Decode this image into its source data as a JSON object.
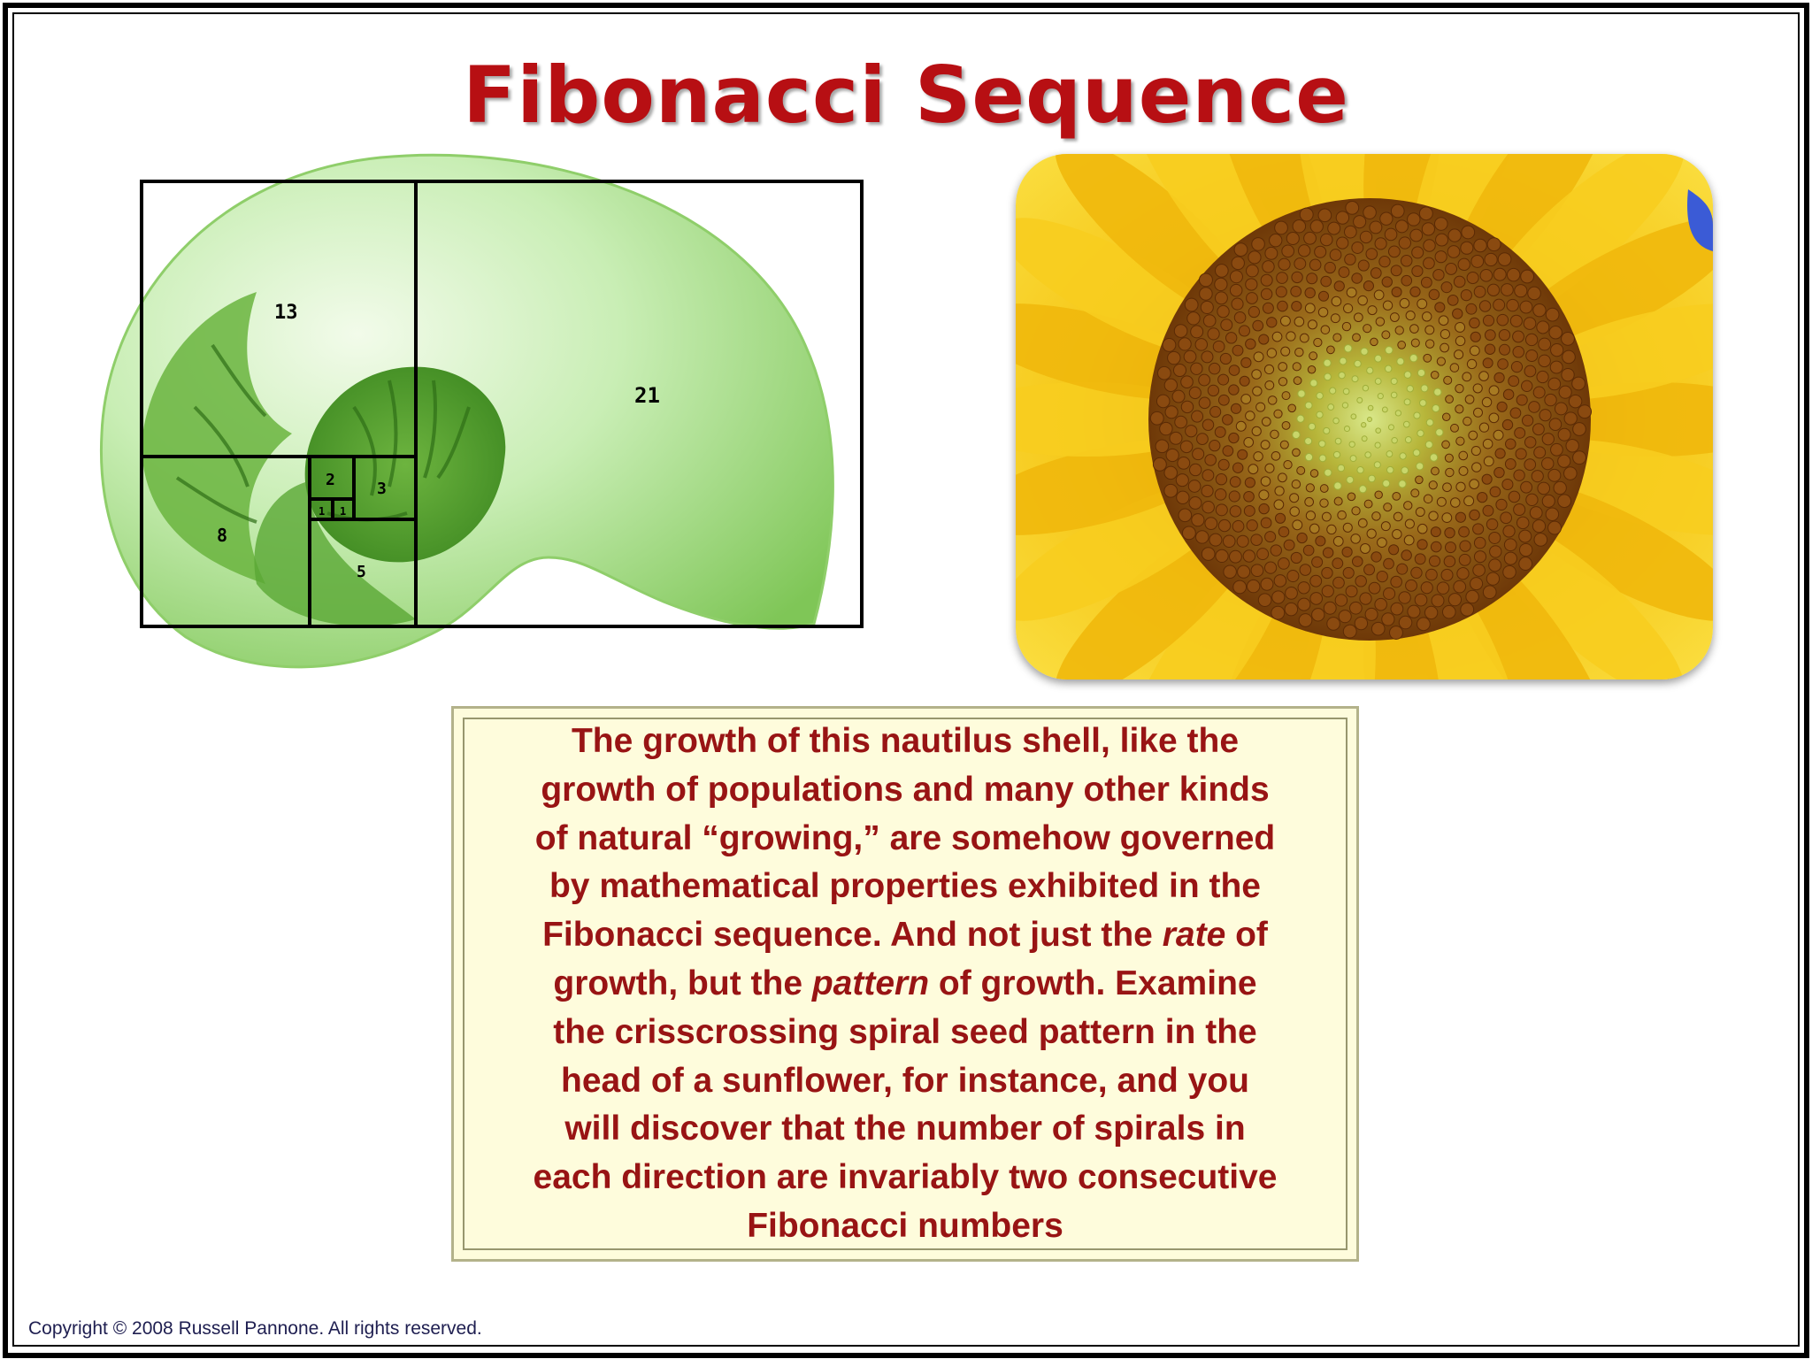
{
  "slide": {
    "title": "Fibonacci Sequence",
    "shell_labels": [
      "13",
      "21",
      "8",
      "5",
      "2",
      "3",
      "1",
      "1"
    ],
    "body_lines": [
      {
        "parts": [
          "The growth of this nautilus shell, like the"
        ]
      },
      {
        "parts": [
          "growth of populations and many other kinds"
        ]
      },
      {
        "parts": [
          "of natural “growing,” are somehow governed"
        ]
      },
      {
        "parts": [
          "by mathematical properties exhibited in the"
        ]
      },
      {
        "parts": [
          "Fibonacci sequence. And not just the ",
          "rate",
          " of"
        ]
      },
      {
        "parts": [
          "growth, but the ",
          "pattern",
          " of growth. Examine"
        ]
      },
      {
        "parts": [
          "the crisscrossing spiral seed pattern in the"
        ]
      },
      {
        "parts": [
          "head of a sunflower, for instance, and you"
        ]
      },
      {
        "parts": [
          "will discover that the number of spirals in"
        ]
      },
      {
        "parts": [
          "each direction are invariably two consecutive"
        ]
      },
      {
        "parts": [
          "Fibonacci numbers"
        ]
      }
    ],
    "copyright": "Copyright © 2008 Russell Pannone. All rights reserved."
  },
  "colors": {
    "title": "#b70f13",
    "body_text": "#981414",
    "text_box_bg": "#fefcdc",
    "shell_light": "#b9e8a0",
    "shell_dark": "#4f9a2a",
    "petal": "#f4c20d",
    "seed": "#8a4a10"
  }
}
